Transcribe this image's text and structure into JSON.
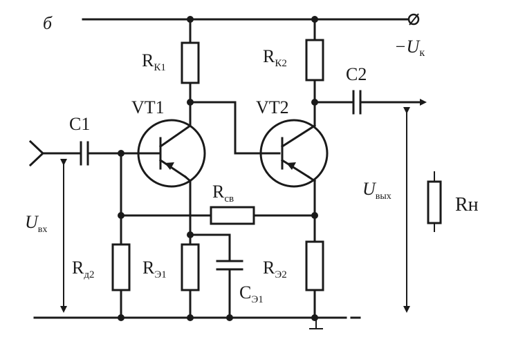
{
  "figure_tag": "б",
  "supply": {
    "sign": "−",
    "symbol": "U",
    "sub": "к"
  },
  "input_voltage": {
    "symbol": "U",
    "sub": "вх"
  },
  "output_voltage": {
    "symbol": "U",
    "sub": "вых"
  },
  "components": {
    "RK1": {
      "main": "R",
      "sub": "К1"
    },
    "RK2": {
      "main": "R",
      "sub": "К2"
    },
    "C1": {
      "label": "C1"
    },
    "C2": {
      "label": "C2"
    },
    "VT1": {
      "label": "VT1"
    },
    "VT2": {
      "label": "VT2"
    },
    "Rsv": {
      "main": "R",
      "sub": "св"
    },
    "Rd2": {
      "main": "R",
      "sub": "д2"
    },
    "RE1": {
      "main": "R",
      "sub": "Э1"
    },
    "RE2": {
      "main": "R",
      "sub": "Э2"
    },
    "CE1": {
      "main": "C",
      "sub": "Э1"
    },
    "Rn": {
      "label": "Rн"
    }
  }
}
